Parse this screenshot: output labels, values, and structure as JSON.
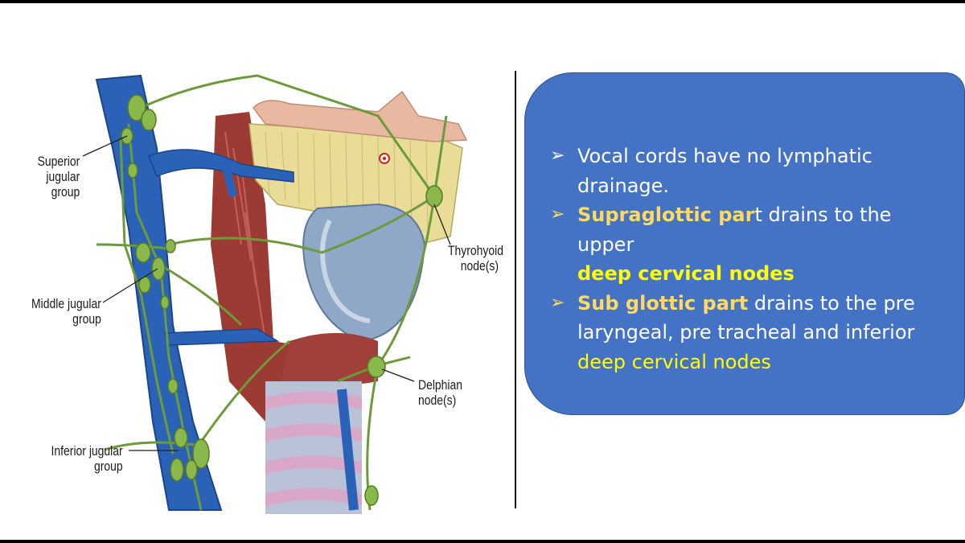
{
  "figure": {
    "labels": {
      "superior": [
        "Superior",
        "jugular",
        "group"
      ],
      "middle": [
        "Middle jugular",
        "group"
      ],
      "inferior": [
        "Inferior jugular",
        "group"
      ],
      "thyrohyoid": [
        "Thyrohyoid",
        "node(s)"
      ],
      "delphian": [
        "Delphian",
        "node(s)"
      ]
    }
  },
  "panel": {
    "bullets": [
      {
        "text": "Vocal cords have no lymphatic drainage."
      },
      {
        "part1": "Supraglottic par",
        "part2": "t drains to the upper",
        "part3": "deep cervical nodes"
      },
      {
        "part1": "Sub glottic part",
        "part2": " drains to the pre laryngeal, pre tracheal and inferior",
        "part3": "deep cervical nodes"
      }
    ],
    "arrow_glyph": "➢"
  },
  "colors": {
    "panel_bg": "#4472c4",
    "text": "#ffffff",
    "highlight_gold": "#ffd966",
    "highlight_yellow": "#ffff00",
    "vein": "#2a62b8",
    "lymph": "#6d9a3a",
    "cartilage": "#e8dc96",
    "muscle": "#9c3a34"
  }
}
